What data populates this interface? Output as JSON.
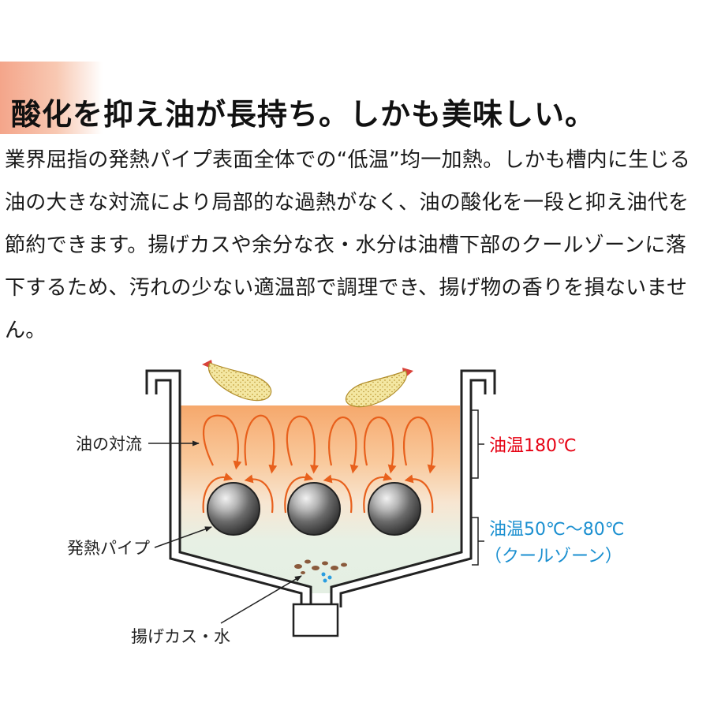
{
  "headline": "酸化を抑え油が長持ち。しかも美味しい。",
  "body": "業界屈指の発熱パイプ表面全体での“低温”均一加熱。しかも槽内に生じる油の大きな対流により局部的な過熱がなく、油の酸化を一段と抑え油代を節約できます。揚げカスや余分な衣・水分は油槽下部のクールゾーンに落下するため、汚れの少ない適温部で調理でき、揚げ物の香りを損ないません。",
  "diagram": {
    "labels": {
      "convection": "油の対流",
      "heating_pipe": "発熱パイプ",
      "debris": "揚げカス・水",
      "hot_temp": "油温180℃",
      "cool_temp": "油温50℃〜80℃",
      "cool_zone": "（クールゾーン）"
    },
    "colors": {
      "hot_text": "#e60012",
      "cool_text": "#1a8fd0",
      "oil_hot": "#f6a86c",
      "oil_cool": "#e4efe3",
      "arrow": "#e8601c"
    }
  }
}
